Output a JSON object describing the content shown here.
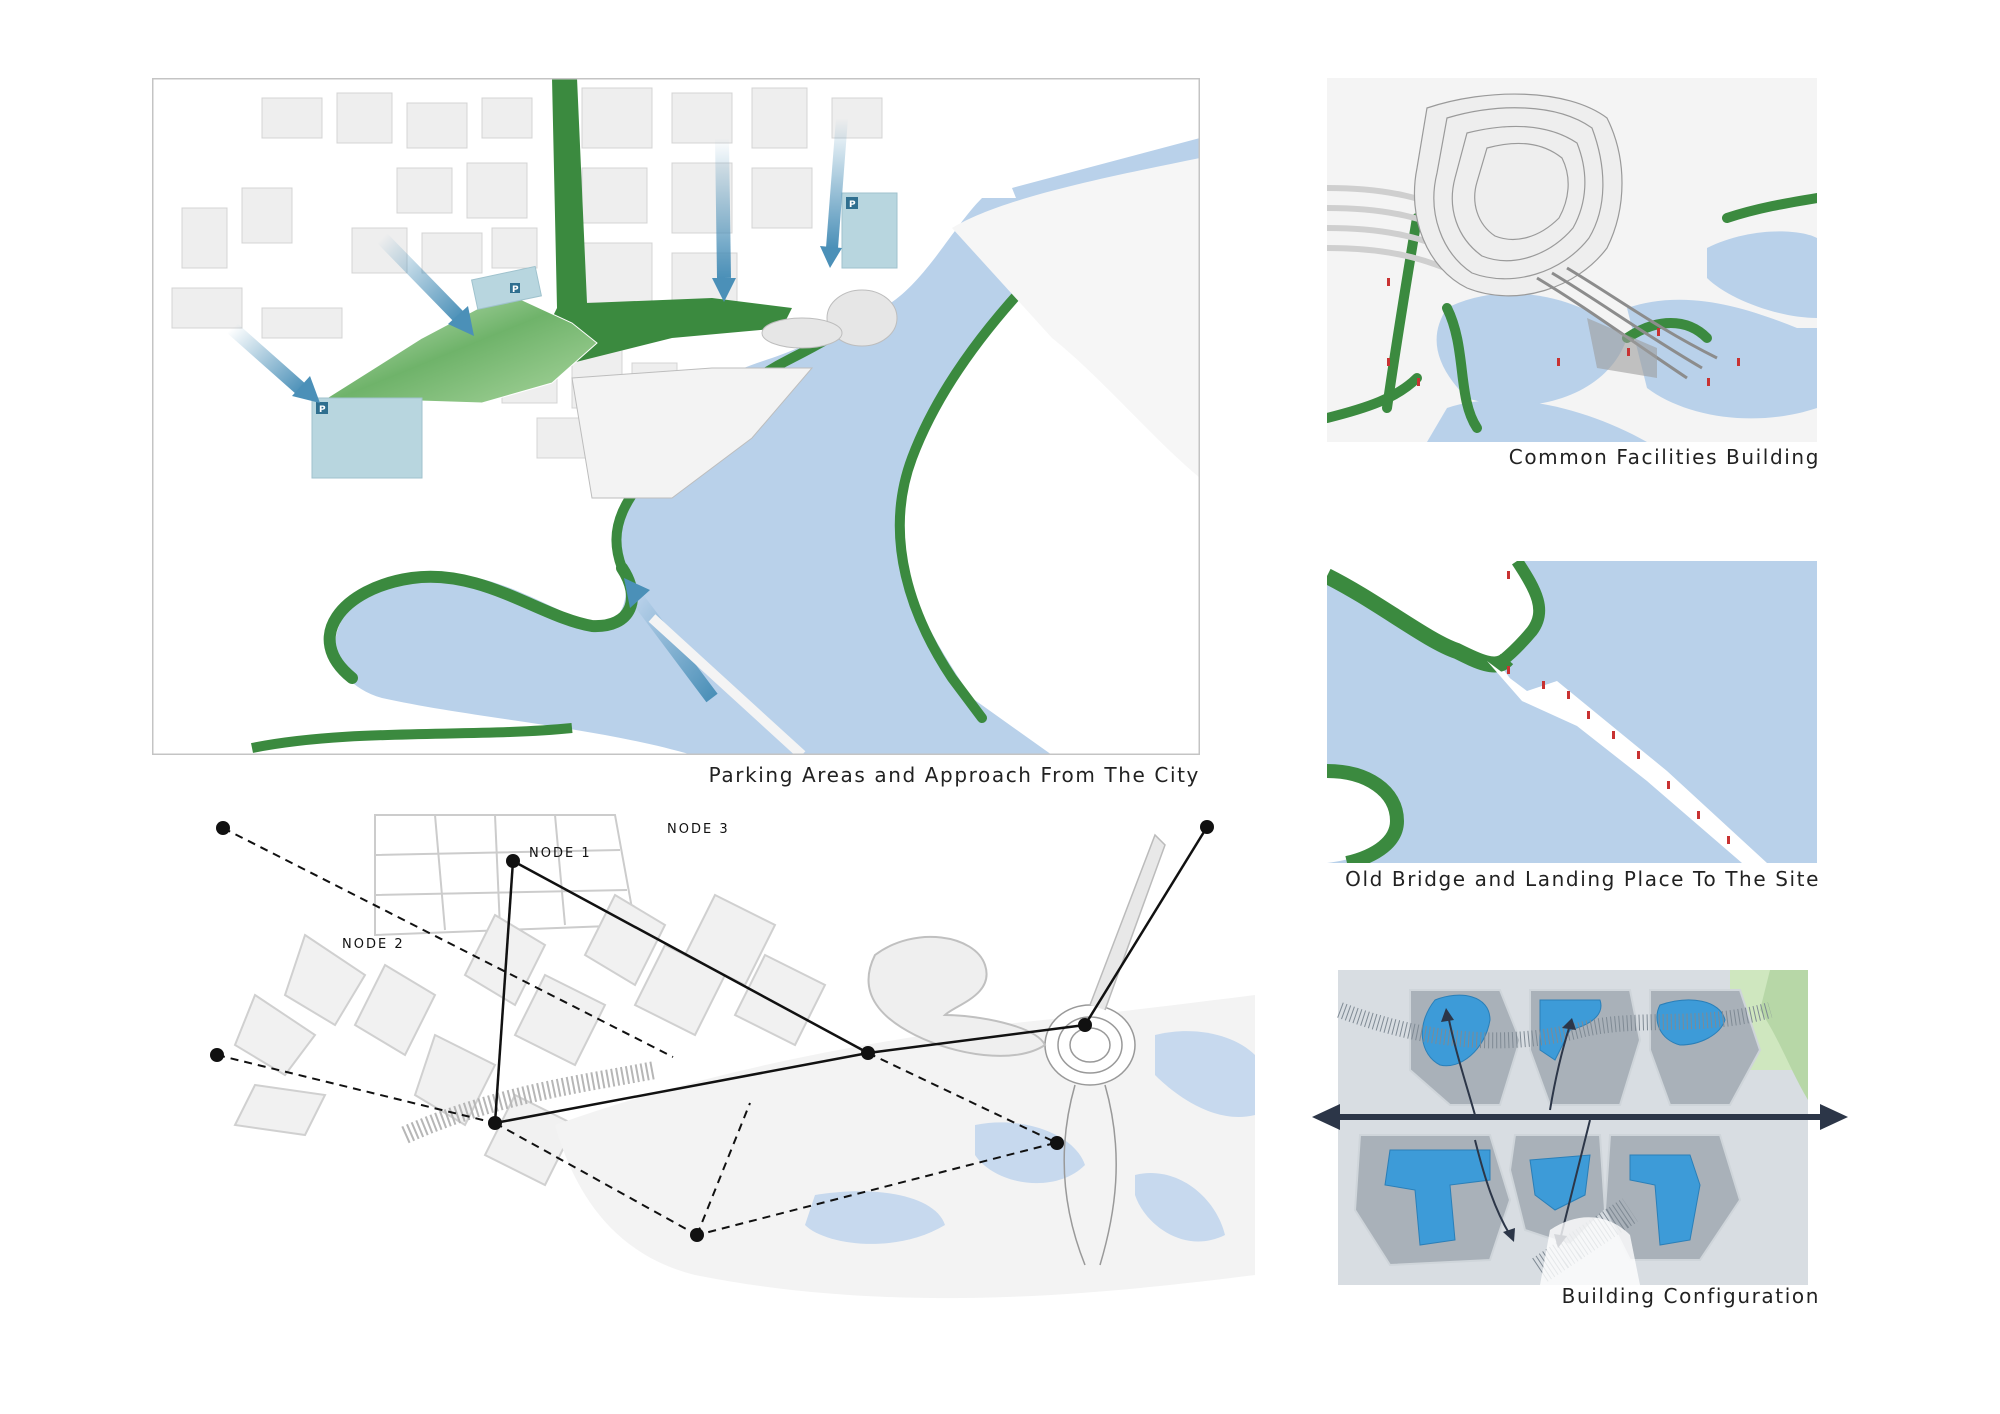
{
  "captions": {
    "parking": "Parking Areas and Approach From The City",
    "common": "Common Facilities Building",
    "bridge": "Old Bridge and Landing Place To The Site",
    "config": "Building Configuration"
  },
  "nodes": {
    "node1": "NODE 1",
    "node2": "NODE 2",
    "node3": "NODE 3"
  },
  "parking_marker": "P",
  "colors": {
    "water": "#b9d1ea",
    "green": "#3b8a3f",
    "parking": "#b8d6df",
    "arrow": "#4b90b8",
    "building_blue": "#3d9bd8",
    "dark_arrow": "#2c3648"
  }
}
